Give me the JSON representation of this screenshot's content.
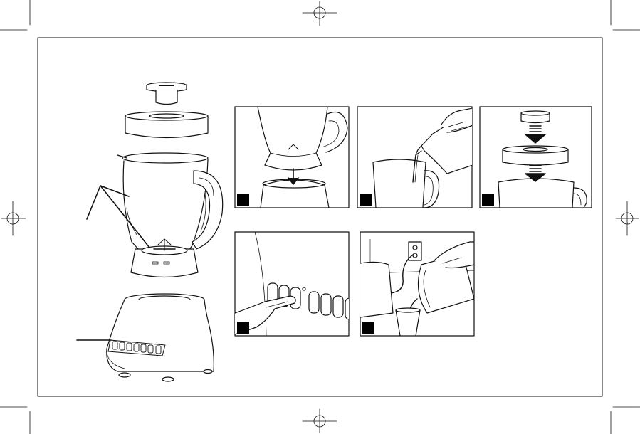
{
  "page": {
    "background": "#ffffff",
    "ink": "#111111"
  },
  "parts_diagram": {
    "components": [
      "lid-cap",
      "lid",
      "jar",
      "blade-assembly",
      "motor-base",
      "control-buttons"
    ],
    "callout_leaders": 2
  },
  "steps": [
    {
      "number": "",
      "icon": "jar-on-base-arrow-icon"
    },
    {
      "number": "",
      "icon": "pour-liquid-icon"
    },
    {
      "number": "",
      "icon": "lid-assembly-arrows-icon"
    },
    {
      "number": "",
      "icon": "press-button-icon"
    },
    {
      "number": "",
      "icon": "plug-and-pour-icon"
    }
  ],
  "colors": {
    "line": "#111111",
    "fill": "#ffffff",
    "badge": "#000000"
  }
}
